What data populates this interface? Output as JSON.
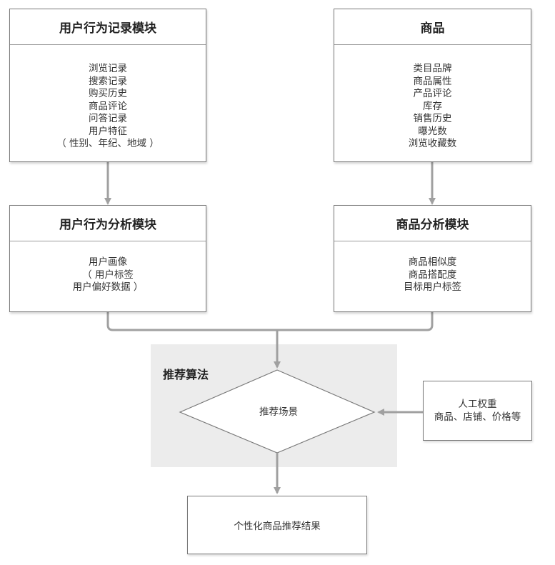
{
  "user_behavior_record": {
    "title": "用户行为记录模块",
    "items": [
      "浏览记录",
      "搜索记录",
      "购买历史",
      "商品评论",
      "问答记录",
      "用户特征",
      "（ 性别、年纪、地域 ）"
    ]
  },
  "product": {
    "title": "商品",
    "items": [
      "类目品牌",
      "商品属性",
      "产品评论",
      "库存",
      "销售历史",
      "曝光数",
      "浏览收藏数"
    ]
  },
  "user_behavior_analysis": {
    "title": "用户行为分析模块",
    "items": [
      "用户画像",
      "（ 用户标签",
      "用户偏好数据 ）"
    ]
  },
  "product_analysis": {
    "title": "商品分析模块",
    "items": [
      "商品相似度",
      "商品搭配度",
      "目标用户标签"
    ]
  },
  "algorithm": {
    "title": "推荐算法",
    "scene": "推荐场景"
  },
  "manual_weight": {
    "line1": "人工权重",
    "line2": "商品、店铺、价格等"
  },
  "result": {
    "label": "个性化商品推荐结果"
  },
  "colors": {
    "connector": "#a0a0a0",
    "border": "#7a7a7a",
    "algorithm_background": "#ececec"
  }
}
